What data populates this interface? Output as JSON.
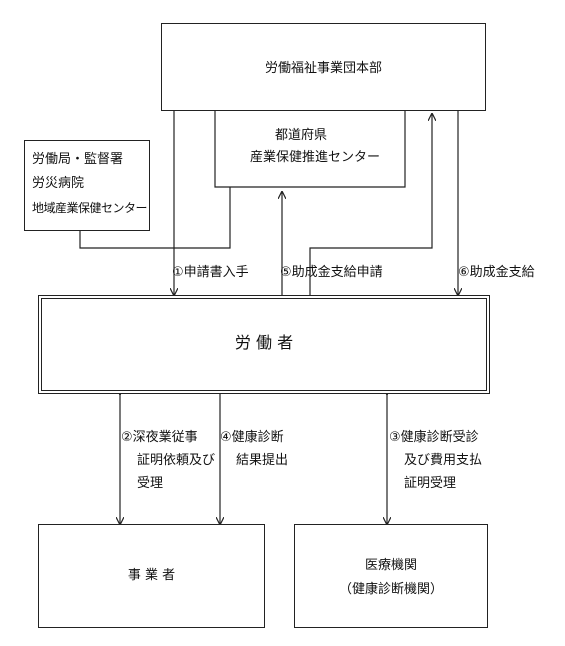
{
  "boxes": {
    "headquarters": "労働福祉事業団本部",
    "prefectural_center": [
      "都道府県",
      "産業保健推進センター"
    ],
    "local_offices": [
      "労働局・監督署",
      "労災病院",
      "地域産業保健センター"
    ],
    "worker": "労 働 者",
    "employer": "事 業 者",
    "medical": [
      "医療機関",
      "（健康診断機関）"
    ]
  },
  "steps": {
    "s1": "①申請書入手",
    "s5": "⑤助成金支給申請",
    "s6": "⑥助成金支給",
    "s2": [
      "②深夜業従事",
      "証明依頼及び",
      "受理"
    ],
    "s4": [
      "④健康診断",
      "結果提出"
    ],
    "s3": [
      "③健康診断受診",
      "及び費用支払",
      "証明受理"
    ]
  }
}
